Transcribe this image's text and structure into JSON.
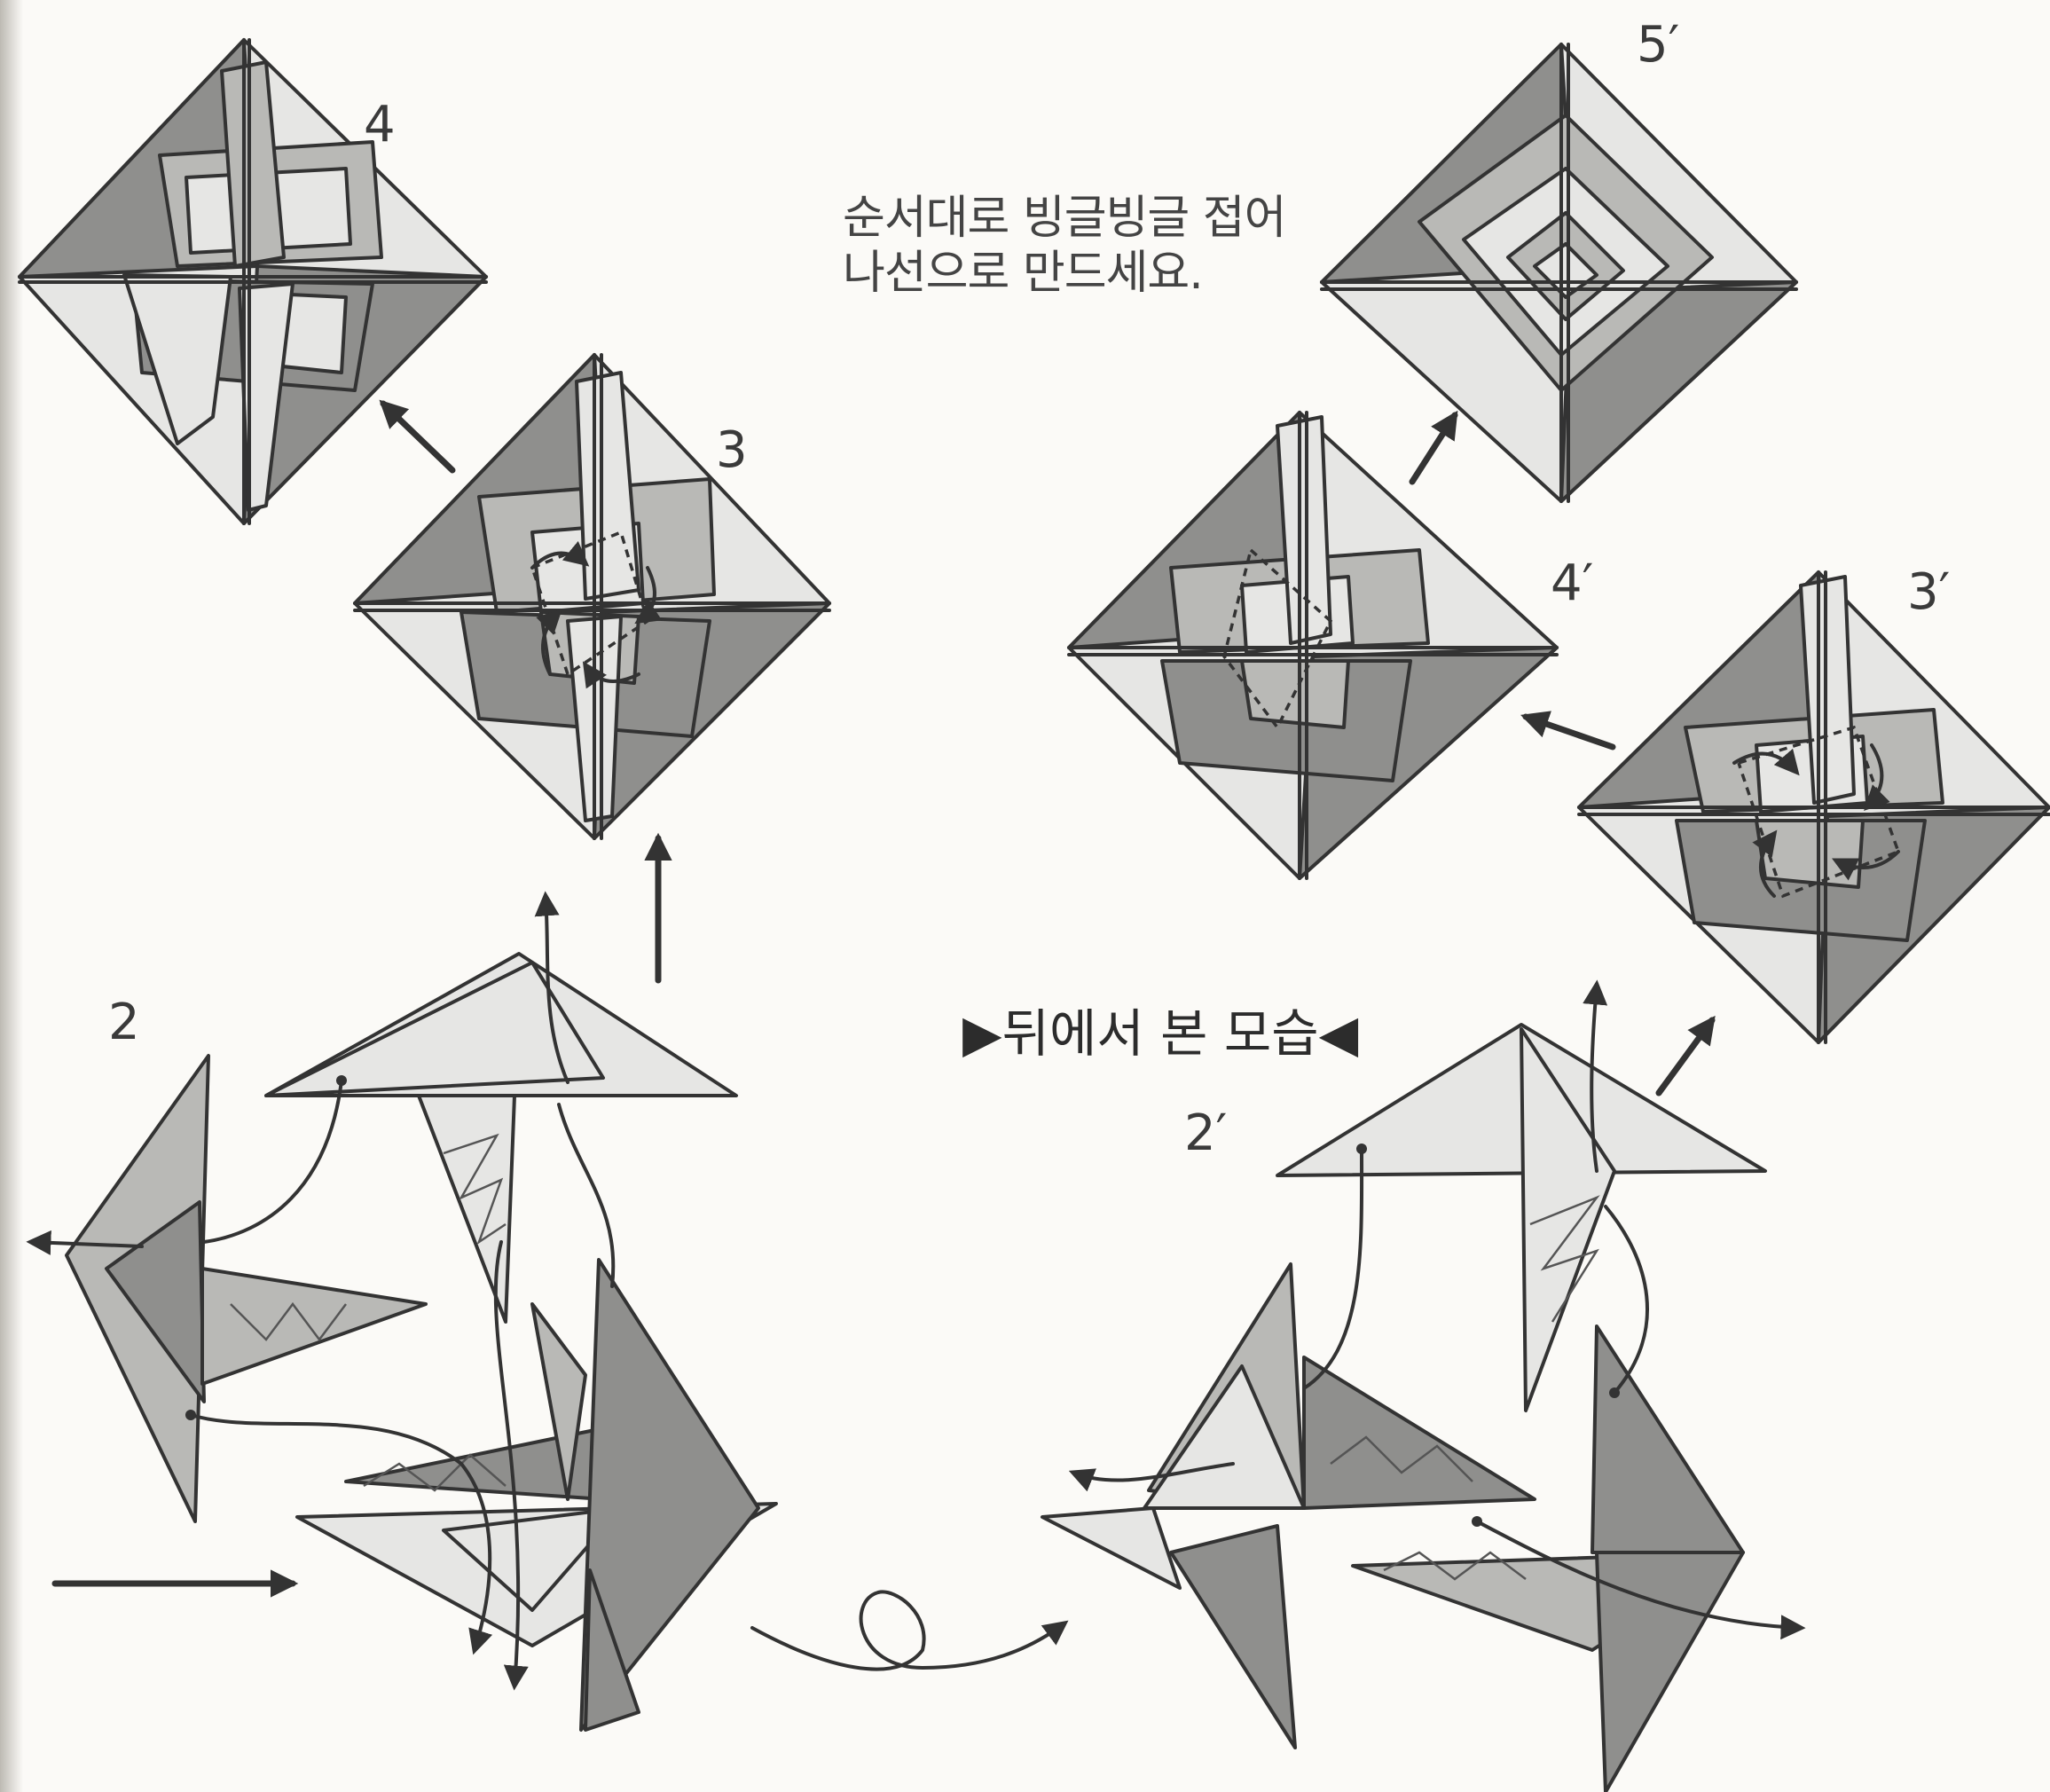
{
  "labels": {
    "step_4": "4",
    "step_3": "3",
    "step_2": "2",
    "step_5p": "5′",
    "step_4p": "4′",
    "step_3p": "3′",
    "step_2p": "2′"
  },
  "instruction": "순서대로 빙글빙글 접어\n나선으로 만드세요.",
  "back_view_caption": "▶뒤에서 본 모습◀"
}
